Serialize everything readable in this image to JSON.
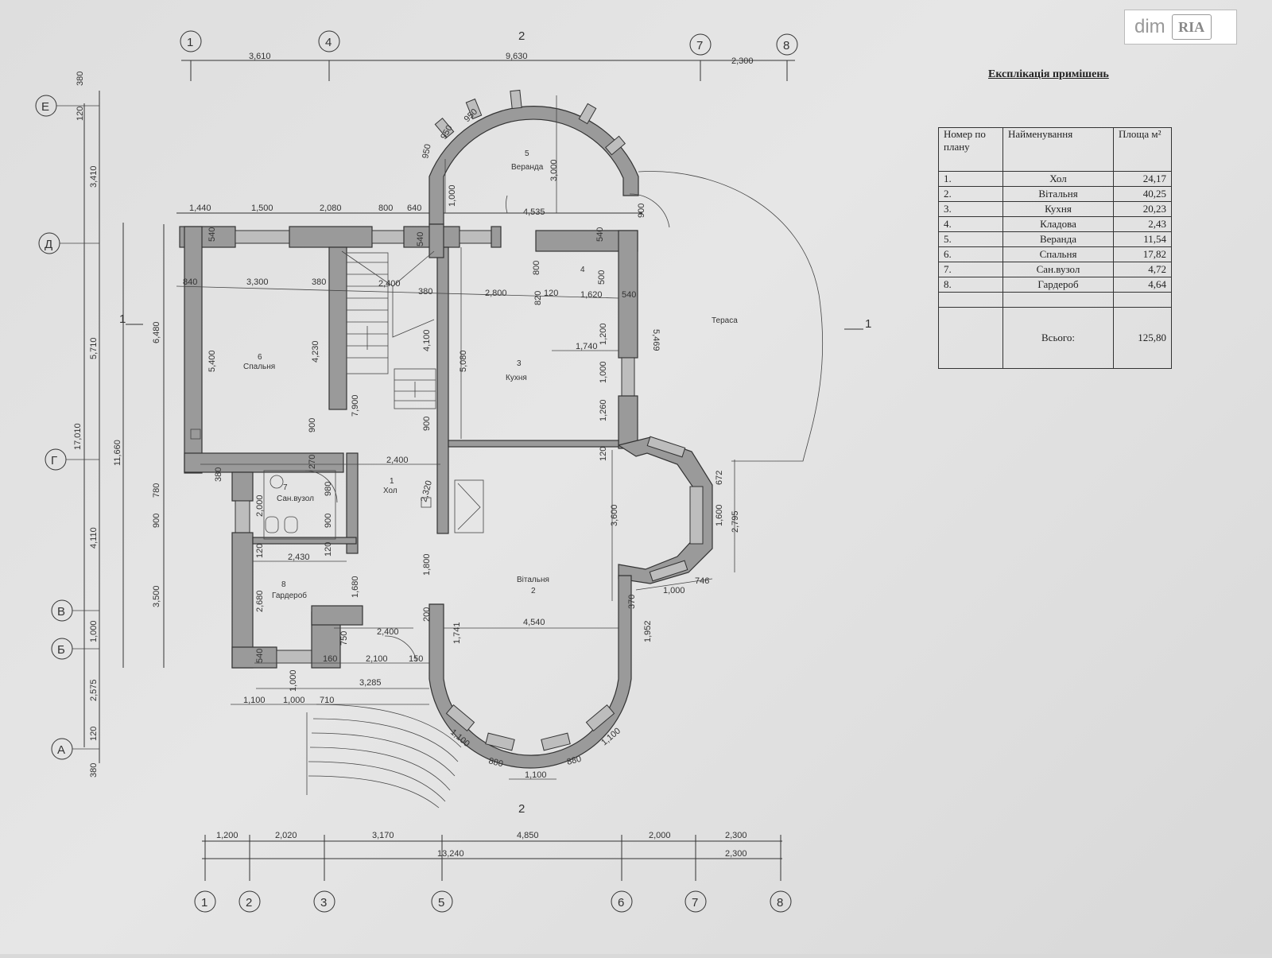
{
  "logo": {
    "dim": "dim",
    "ria": "RIA"
  },
  "explication": {
    "title": "Експлікація примішень",
    "headers": {
      "num": "Номер по плану",
      "name": "Найменування",
      "area": "Площа м²"
    },
    "rows": [
      {
        "num": "1.",
        "name": "Хол",
        "area": "24,17"
      },
      {
        "num": "2.",
        "name": "Вітальня",
        "area": "40,25"
      },
      {
        "num": "3.",
        "name": "Кухня",
        "area": "20,23"
      },
      {
        "num": "4.",
        "name": "Кладова",
        "area": "2,43"
      },
      {
        "num": "5.",
        "name": "Веранда",
        "area": "11,54"
      },
      {
        "num": "6.",
        "name": "Спальня",
        "area": "17,82"
      },
      {
        "num": "7.",
        "name": "Сан.вузол",
        "area": "4,72"
      },
      {
        "num": "8.",
        "name": "Гардероб",
        "area": "4,64"
      }
    ],
    "total": {
      "label": "Всього:",
      "value": "125,80"
    }
  },
  "plan": {
    "axes_top": [
      "1",
      "4",
      "7",
      "8"
    ],
    "axes_bottom": [
      "1",
      "2",
      "3",
      "5",
      "6",
      "7",
      "8"
    ],
    "axes_left": [
      "Е",
      "Д",
      "Г",
      "В",
      "Б",
      "А"
    ],
    "section_marks": {
      "top": "2",
      "bottom": "2",
      "left": "1",
      "right": "1"
    },
    "dims_top": [
      "3,610",
      "9,630",
      "2,300"
    ],
    "dims_row2": [
      "1,440",
      "1,500",
      "2,080",
      "800",
      "640",
      "4,535",
      "900"
    ],
    "dims_bottom1": [
      "1,200",
      "2,020",
      "3,170",
      "4,850",
      "2,000",
      "2,300"
    ],
    "dims_bottom2": [
      "13,240",
      "2,300"
    ],
    "dims_left_outer": [
      "380",
      "120",
      "3,410",
      "5,710",
      "4,110",
      "1,000",
      "2,575",
      "120",
      "380"
    ],
    "dims_left_total": [
      "17,010",
      "11,660"
    ],
    "dims_left_inner": [
      "6,480",
      "780",
      "900",
      "3,500"
    ],
    "dims_interior": {
      "bedroom_w": "3,300",
      "bedroom_h": "5,400",
      "stair_h": "4,230",
      "w380a": "380",
      "w840": "840",
      "stair_w": "2,400",
      "w380b": "380",
      "kitchen_w": "2,800",
      "w120": "120",
      "pantry_w": "1,620",
      "w540": "540",
      "kitchen_h": "5,080",
      "stair2_h": "4,100",
      "hall_h": "7,900",
      "w900a": "900",
      "w900b": "900",
      "hall_w": "2,400",
      "w270": "270",
      "w380c": "380",
      "bath_w": "2,000",
      "w980": "980",
      "w900c": "900",
      "w2320": "2,320",
      "w1740": "1,740",
      "w1000": "1,000",
      "w1260": "1,260",
      "w1200": "1,200",
      "w5469": "5,469",
      "w800": "800",
      "w500": "500",
      "w820": "820",
      "w540b": "540",
      "w120b": "120",
      "living_h": "3,600",
      "w2430": "2,430",
      "w120c": "120",
      "w120d": "120",
      "w1680": "1,680",
      "w1800": "1,800",
      "wardrobe_h": "2,680",
      "w540c": "540",
      "w2400b": "2,400",
      "w750": "750",
      "w2100": "2,100",
      "w160": "160",
      "w150": "150",
      "w3285": "3,285",
      "w1000b": "1,000",
      "w1100a": "1,100",
      "w1000c": "1,000",
      "w710": "710",
      "w1000d": "1,000",
      "w4540": "4,540",
      "w1741": "1,741",
      "w200": "200",
      "w672": "672",
      "w1600": "1,600",
      "w2795": "2,795",
      "w746": "746",
      "w1000e": "1,000",
      "w1952": "1,952",
      "w370": "370",
      "w1100b": "1,100",
      "w880a": "880",
      "w1100c": "1,100",
      "w880b": "880",
      "w1100d": "1,100",
      "w3000": "3,000",
      "w1000f": "1,000",
      "w950a": "950",
      "w950b": "950",
      "w950c": "950",
      "w540d": "540",
      "w540e": "540"
    },
    "rooms": {
      "veranda": {
        "num": "5",
        "name": "Веранда"
      },
      "bedroom": {
        "num": "6",
        "name": "Спальня"
      },
      "kitchen": {
        "num": "3",
        "name": "Кухня"
      },
      "pantry": {
        "num": "4"
      },
      "terrace": {
        "name": "Тераса"
      },
      "hall": {
        "num": "1",
        "name": "Хол"
      },
      "bathroom": {
        "num": "7",
        "name": "Сан.вузол"
      },
      "wardrobe": {
        "num": "8",
        "name": "Гардероб"
      },
      "living": {
        "num": "2",
        "name": "Вітальня"
      }
    }
  }
}
